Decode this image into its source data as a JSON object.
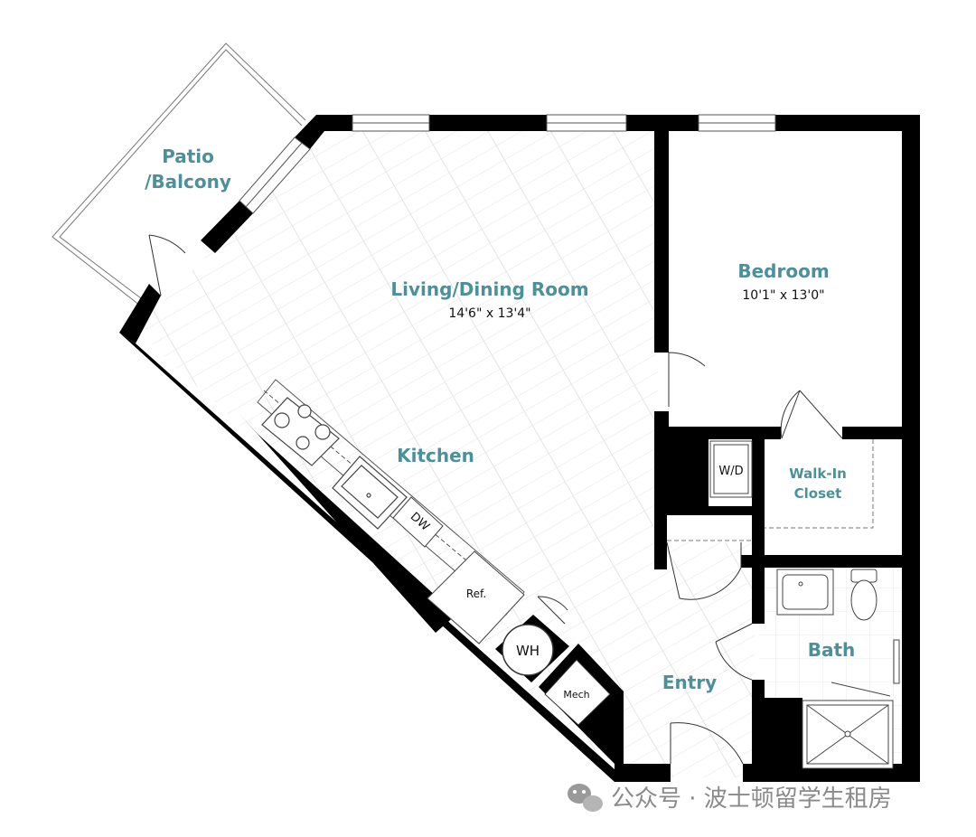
{
  "rooms": {
    "patio": {
      "line1": "Patio",
      "line2": "/Balcony"
    },
    "living": {
      "name": "Living/Dining Room",
      "dims": "14'6\" x 13'4\""
    },
    "bedroom": {
      "name": "Bedroom",
      "dims": "10'1\" x 13'0\""
    },
    "kitchen": {
      "name": "Kitchen"
    },
    "closet": {
      "line1": "Walk-In",
      "line2": "Closet"
    },
    "bath": {
      "name": "Bath"
    },
    "entry": {
      "name": "Entry"
    }
  },
  "fixtures": {
    "washer_dryer": "W/D",
    "dishwasher": "DW",
    "refrigerator": "Ref.",
    "water_heater": "WH",
    "mechanical": "Mech"
  },
  "watermark": {
    "text": "公众号 · 波士顿留学生租房",
    "icon": "wechat-icon"
  },
  "colors": {
    "wall": "#000000",
    "label": "#4e8f9a",
    "floor_line": "#dcdcdc",
    "watermark": "#8a8a8a"
  }
}
